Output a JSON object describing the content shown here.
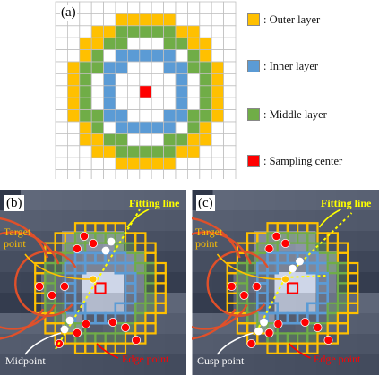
{
  "panel_a": {
    "label": "(a)",
    "grid_size": 15,
    "center_cell": [
      7,
      7
    ],
    "ring_radii": {
      "inner": [
        3,
        3
      ],
      "middle": [
        4,
        5
      ],
      "outer": [
        6,
        6
      ]
    }
  },
  "legend": [
    {
      "key": "outer",
      "label": ": Outer layer",
      "color": "#FFC000"
    },
    {
      "key": "inner",
      "label": ": Inner layer",
      "color": "#5B9BD5"
    },
    {
      "key": "middle",
      "label": ": Middle layer",
      "color": "#70AD47"
    },
    {
      "key": "center",
      "label": ": Sampling center",
      "color": "#FF0000"
    }
  ],
  "panel_b": {
    "label": "(b)",
    "fitting_line": "Fitting line",
    "target_point": "Target\npoint",
    "feature_point": "Midpoint",
    "edge_point": "Edge point"
  },
  "panel_c": {
    "label": "(c)",
    "fitting_line": "Fitting line",
    "target_point": "Target\npoint",
    "feature_point": "Cusp point",
    "edge_point": "Edge point"
  },
  "colors": {
    "fitting_line": "#FFFF00",
    "target_point_label": "#FFC000",
    "edge_point_label": "#FF0000",
    "arc": "#E0502A",
    "white": "#FFFFFF",
    "grid_line": "#C0C0C0"
  }
}
